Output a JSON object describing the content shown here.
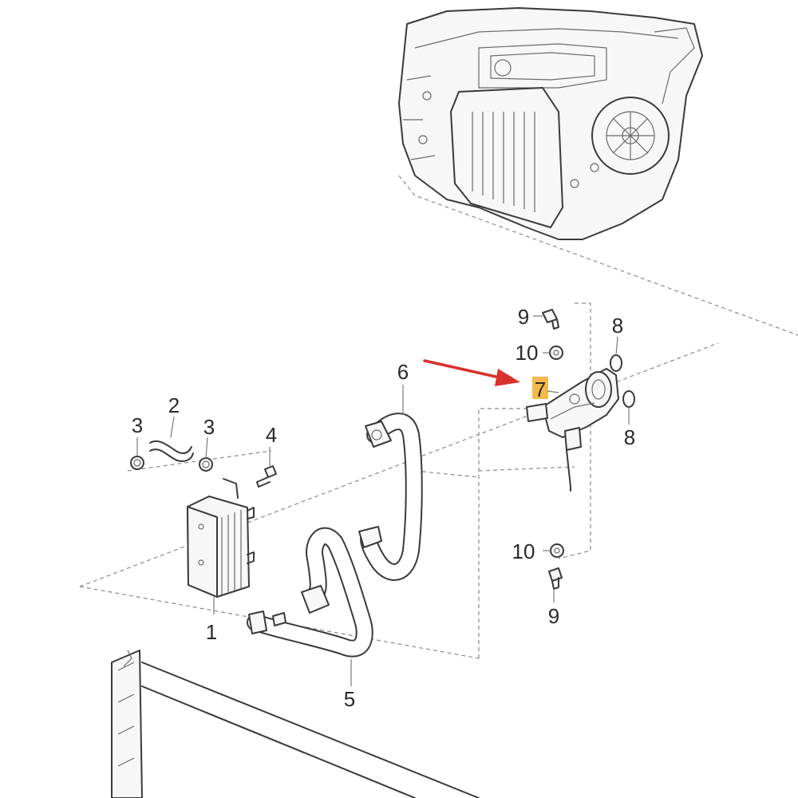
{
  "diagram": {
    "callouts": [
      {
        "id": "c1",
        "label": "1"
      },
      {
        "id": "c2",
        "label": "2"
      },
      {
        "id": "c3a",
        "label": "3"
      },
      {
        "id": "c3b",
        "label": "3"
      },
      {
        "id": "c4",
        "label": "4"
      },
      {
        "id": "c5",
        "label": "5"
      },
      {
        "id": "c6",
        "label": "6"
      },
      {
        "id": "c7",
        "label": "7",
        "highlighted": true
      },
      {
        "id": "c8a",
        "label": "8"
      },
      {
        "id": "c8b",
        "label": "8"
      },
      {
        "id": "c9a",
        "label": "9"
      },
      {
        "id": "c9b",
        "label": "9"
      },
      {
        "id": "c10a",
        "label": "10"
      },
      {
        "id": "c10b",
        "label": "10"
      }
    ],
    "colors": {
      "highlight": "#f5b94a",
      "arrow": "#d9322e",
      "line": "#3a3a3a"
    }
  }
}
